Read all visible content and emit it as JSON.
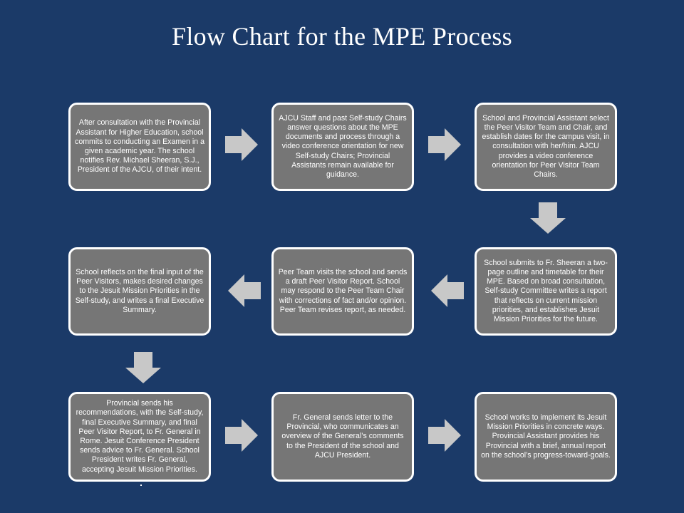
{
  "title": "Flow Chart for the MPE Process",
  "colors": {
    "background": "#1b3a68",
    "box_fill": "#767676",
    "box_border": "#ffffff",
    "arrow_fill": "#c8c8c8",
    "text": "#ffffff"
  },
  "steps": [
    {
      "id": 1,
      "text": "After  consultation with the Provincial Assistant for Higher Education, school commits to conducting an Examen  in a given academic year. The  school notifies Rev.  Michael Sheeran, S.J., President of the AJCU,  of their intent."
    },
    {
      "id": 2,
      "text": "AJCU  Staff and past Self-study Chairs answer questions about the MPE documents and  process through a video conference orientation for new Self-study Chairs; Provincial Assistants remain available for guidance."
    },
    {
      "id": 3,
      "text": "School and Provincial Assistant select the  Peer  Visitor Team and Chair, and establish dates for the campus visit, in consultation with her/him.  AJCU  provides a video conference orientation for Peer Visitor Team Chairs."
    },
    {
      "id": 4,
      "text": "School submits to Fr. Sheeran  a two-page  outline and timetable for their MPE.  Based on broad consultation, Self-study Committee  writes a report that reflects on current  mission priorities, and establishes Jesuit Mission Priorities for the future."
    },
    {
      "id": 5,
      "text": "Peer Team  visits the school and sends a draft Peer Visitor Report. School may respond to the Peer Team  Chair with corrections of fact and/or opinion.  Peer Team revises report, as needed."
    },
    {
      "id": 6,
      "text": "School reflects on the final input of the  Peer  Visitors, makes desired changes to the  Jesuit Mission Priorities in the Self-study, and writes a final Executive Summary."
    },
    {
      "id": 7,
      "text": "Provincial sends his recommendations, with the Self-study, final Executive Summary, and final Peer Visitor Report, to Fr. General in Rome.  Jesuit Conference President sends advice to Fr. General. School President writes Fr. General, accepting Jesuit Mission Priorities."
    },
    {
      "id": 8,
      "text": "Fr. General sends letter to the Provincial, who  communicates an overview of the General’s comments to the President of the school and AJCU President."
    },
    {
      "id": 9,
      "text": "School works to implement its Jesuit Mission Priorities in concrete ways.  Provincial Assistant provides his Provincial with a brief, annual report on the school’s progress-toward-goals."
    }
  ],
  "connections": [
    {
      "from": 1,
      "to": 2,
      "direction": "right"
    },
    {
      "from": 2,
      "to": 3,
      "direction": "right"
    },
    {
      "from": 3,
      "to": 4,
      "direction": "down"
    },
    {
      "from": 4,
      "to": 5,
      "direction": "left"
    },
    {
      "from": 5,
      "to": 6,
      "direction": "left"
    },
    {
      "from": 6,
      "to": 7,
      "direction": "down"
    },
    {
      "from": 7,
      "to": 8,
      "direction": "right"
    },
    {
      "from": 8,
      "to": 9,
      "direction": "right"
    }
  ],
  "footnote_mark": "."
}
